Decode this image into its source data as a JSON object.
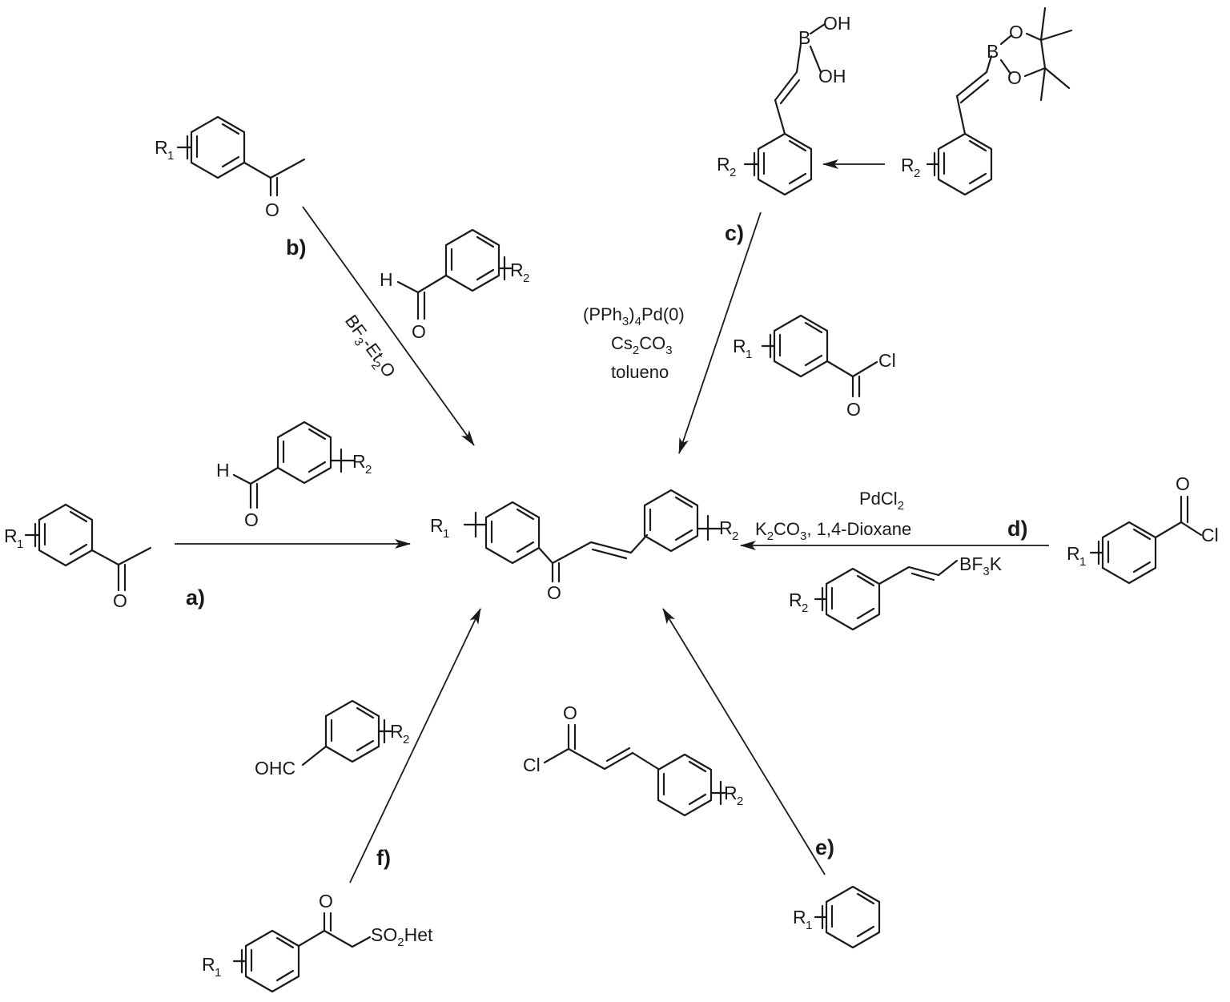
{
  "labels": {
    "a": "a)",
    "b": "b)",
    "c": "c)",
    "d": "d)",
    "e": "e)",
    "f": "f)"
  },
  "atoms": {
    "r1": "R",
    "r2": "R",
    "one": "1",
    "two": "2",
    "o": "O",
    "h": "H",
    "cl": "Cl",
    "oh": "OH",
    "b": "B",
    "ohc": "OHC"
  },
  "reagents": {
    "b_catalyst_main": "BF",
    "b_catalyst_3": "3",
    "b_catalyst_et": "-Et",
    "b_catalyst_2": "2",
    "b_catalyst_o": "O",
    "c_line1_a": "(PPh",
    "c_line1_b": "3",
    "c_line1_c": ")",
    "c_line1_d": "4",
    "c_line1_e": "Pd(0)",
    "c_line2_a": "Cs",
    "c_line2_b": "2",
    "c_line2_c": "CO",
    "c_line2_d": "3",
    "c_line3": "tolueno",
    "d_line1_a": "PdCl",
    "d_line1_b": "2",
    "d_line2_a": "K",
    "d_line2_b": "2",
    "d_line2_c": "CO",
    "d_line2_d": "3",
    "d_line2_e": ", 1,4-Dioxane",
    "d_bf3k_a": "BF",
    "d_bf3k_b": "3",
    "d_bf3k_c": "K",
    "f_so2het_a": "SO",
    "f_so2het_b": "2",
    "f_so2het_c": "Het"
  }
}
